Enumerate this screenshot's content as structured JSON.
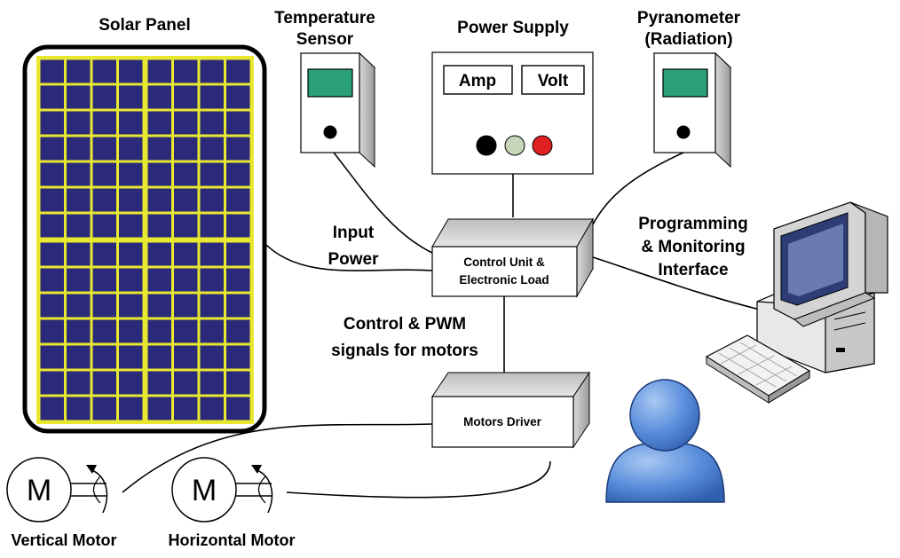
{
  "labels": {
    "solar_panel": "Solar Panel",
    "temp_sensor_1": "Temperature",
    "temp_sensor_2": "Sensor",
    "power_supply": "Power Supply",
    "pyranometer_1": "Pyranometer",
    "pyranometer_2": "(Radiation)",
    "amp": "Amp",
    "volt": "Volt",
    "control_unit_1": "Control Unit &",
    "control_unit_2": "Electronic Load",
    "motors_driver": "Motors Driver",
    "input_power_1": "Input",
    "input_power_2": "Power",
    "control_signals_1": "Control & PWM",
    "control_signals_2": "signals for motors",
    "interface_1": "Programming",
    "interface_2": "& Monitoring",
    "interface_3": "Interface",
    "motor_symbol_v": "M",
    "motor_symbol_h": "M",
    "vertical_motor": "Vertical Motor",
    "horizontal_motor": "Horizontal Motor"
  },
  "colors": {
    "panel_cell": "#2b2a7a",
    "panel_grid": "#e8e830",
    "display_green": "#2aa07a",
    "knob_black": "#000000",
    "knob_gray": "#c7d6b8",
    "knob_red": "#e02020",
    "person_blue": "#4f86d8"
  },
  "icons": [
    "computer-icon",
    "user-icon",
    "motor-icon"
  ]
}
